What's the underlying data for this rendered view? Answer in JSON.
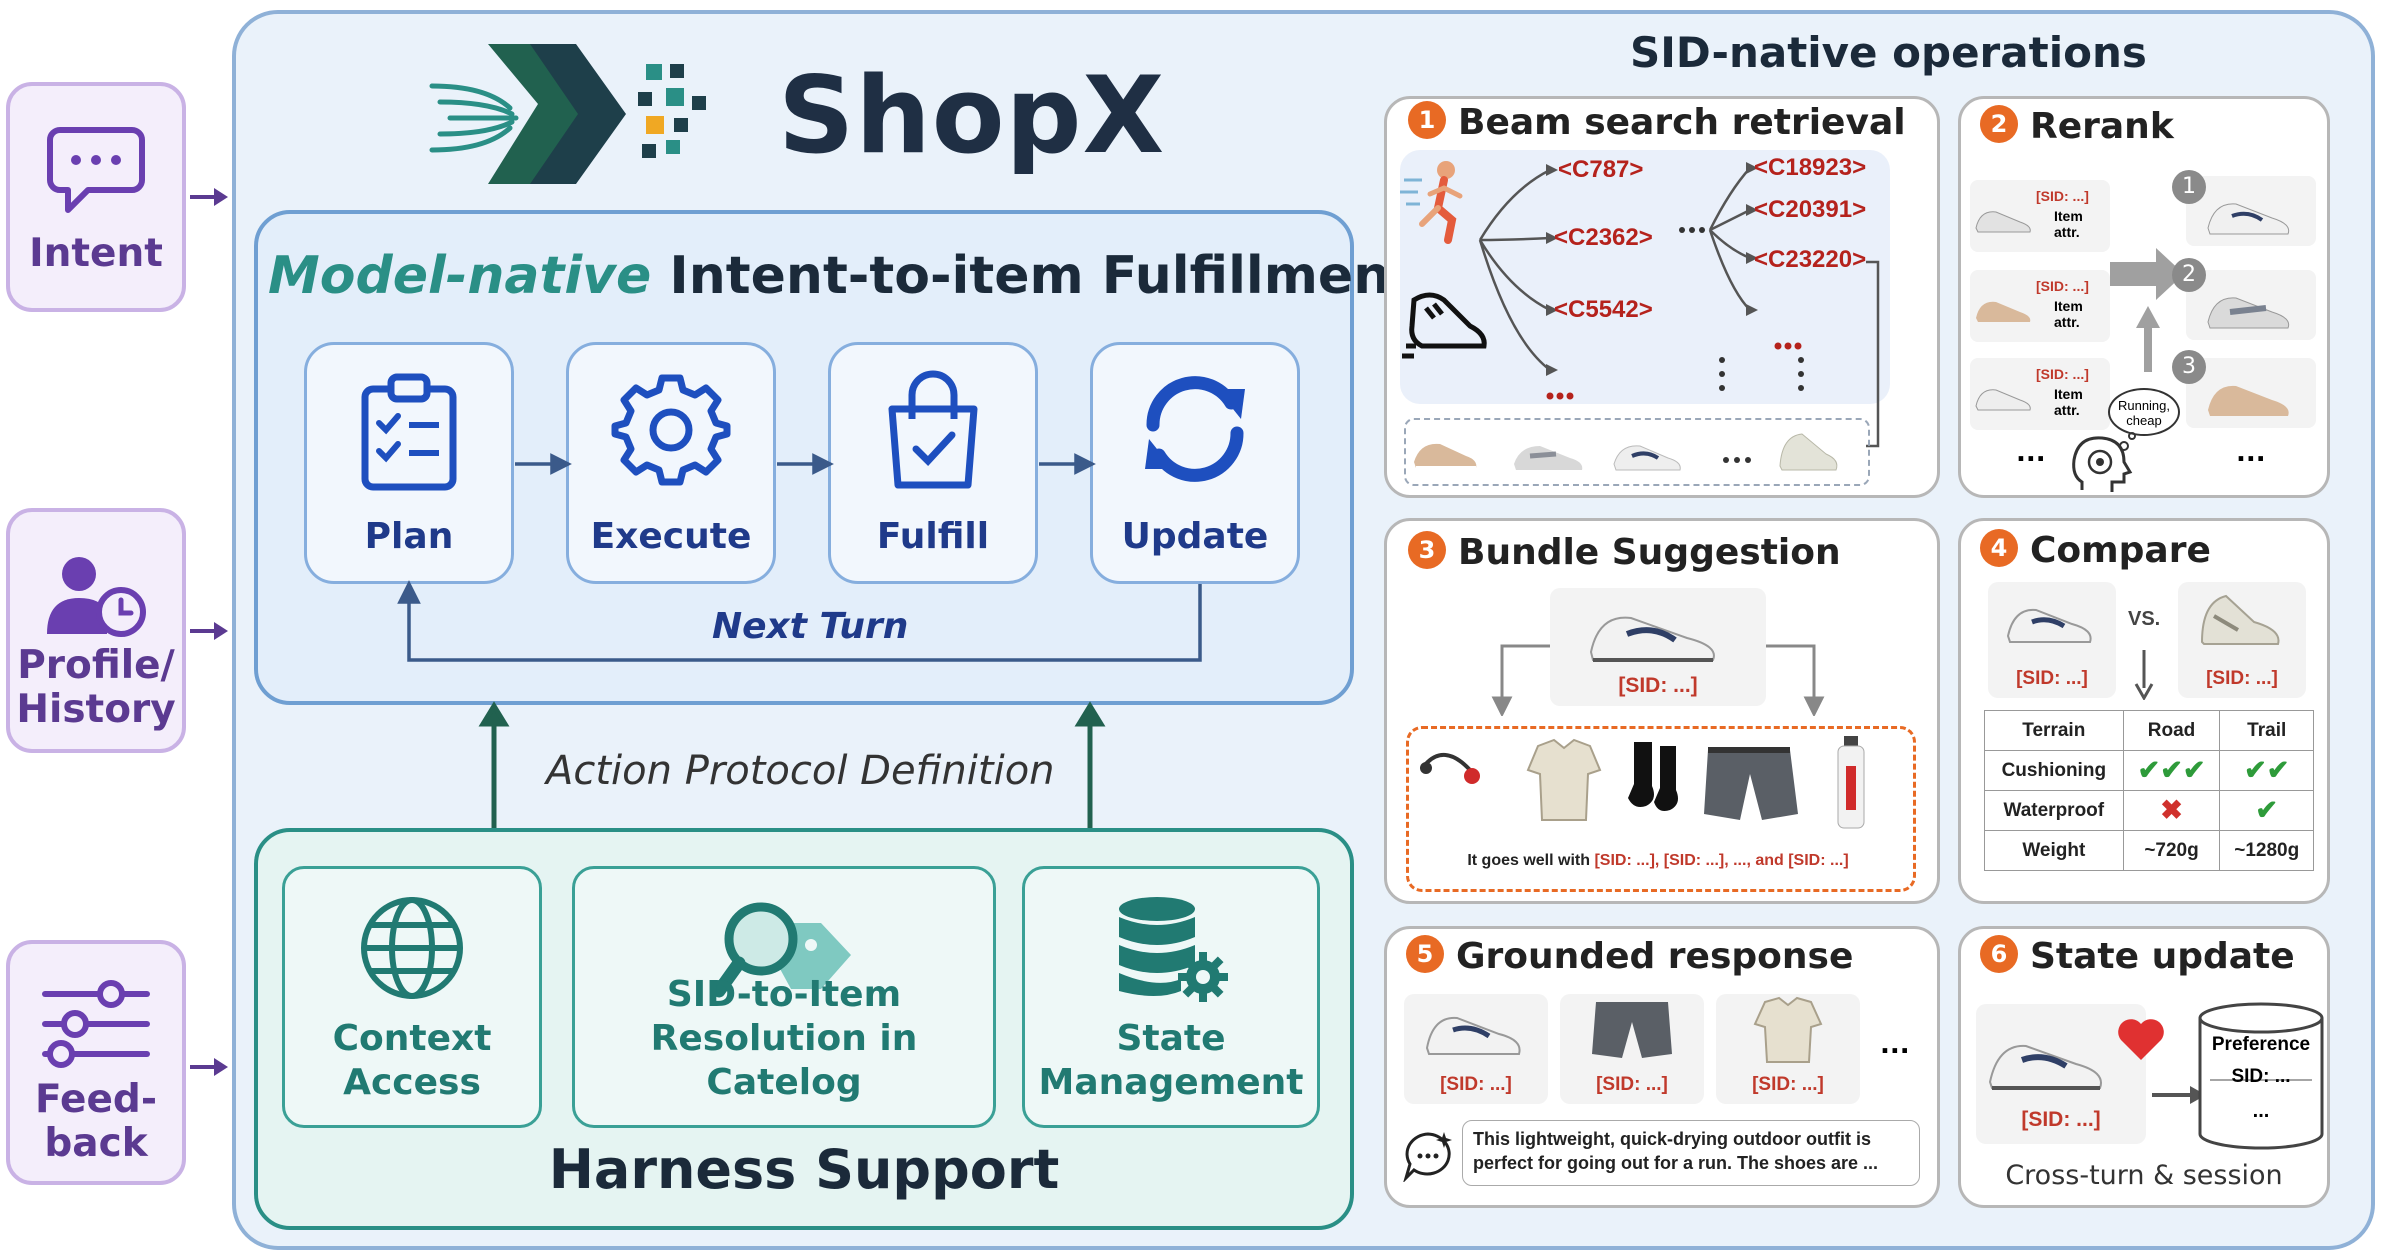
{
  "left_inputs": {
    "intent": "Intent",
    "profile_line1": "Profile/",
    "profile_line2": "History",
    "feedback_line1": "Feed-",
    "feedback_line2": "back"
  },
  "logo": {
    "brand": "ShopX"
  },
  "core": {
    "title_italic": "Model-native",
    "title_rest": " Intent-to-item Fulfillment",
    "steps": [
      {
        "label": "Plan",
        "icon": "clipboard-checklist-icon"
      },
      {
        "label": "Execute",
        "icon": "gear-icon"
      },
      {
        "label": "Fulfill",
        "icon": "shopping-bag-check-icon"
      },
      {
        "label": "Update",
        "icon": "refresh-cycle-icon"
      }
    ],
    "loop_label": "Next Turn"
  },
  "protocol_label": "Action Protocol Definition",
  "harness": {
    "title": "Harness Support",
    "cards": [
      {
        "line1": "Context",
        "line2": "Access",
        "icon": "globe-icon"
      },
      {
        "line1": "SID-to-Item",
        "line2": "Resolution in Catelog",
        "icon": "magnifier-tag-icon"
      },
      {
        "line1": "State",
        "line2": "Management",
        "icon": "database-gear-icon"
      }
    ]
  },
  "ops": {
    "heading": "SID-native operations",
    "beam": {
      "num": "1",
      "title": "Beam search retrieval",
      "codes": [
        "<C787>",
        "<C2362>",
        "<C5542>",
        "<C18923>",
        "<C20391>",
        "<C23220>"
      ],
      "ellipsis": "..."
    },
    "rerank": {
      "num": "2",
      "title": "Rerank",
      "sid": "[SID: ...]",
      "attr_line1": "Item",
      "attr_line2": "attr.",
      "ranks": [
        "1",
        "2",
        "3"
      ],
      "bubble_line1": "Running,",
      "bubble_line2": "cheap",
      "ellipsis": "..."
    },
    "bundle": {
      "num": "3",
      "title": "Bundle Suggestion",
      "sid": "[SID: ...]",
      "caption_prefix": "It goes well with ",
      "caption_sids": "[SID: ...], [SID: ...], ..., and [SID: ...]"
    },
    "compare": {
      "num": "4",
      "title": "Compare",
      "vs": "VS.",
      "sid": "[SID: ...]",
      "headers": [
        "Terrain",
        "Road",
        "Trail"
      ],
      "rows": [
        {
          "label": "Cushioning",
          "road": "✔✔✔",
          "trail": "✔✔"
        },
        {
          "label": "Waterproof",
          "road": "✖",
          "trail": "✔"
        },
        {
          "label": "Weight",
          "road": "~720g",
          "trail": "~1280g"
        }
      ],
      "check_color": "#2e9b3a",
      "cross_color": "#d0312d"
    },
    "grounded": {
      "num": "5",
      "title": "Grounded response",
      "sid": "[SID: ...]",
      "ellipsis": "...",
      "response_line1": "This lightweight, quick-drying outdoor outfit is",
      "response_line2": "perfect for going out for a run. The shoes are ..."
    },
    "state": {
      "num": "6",
      "title": "State update",
      "sid": "[SID: ...]",
      "db_title": "Preference",
      "db_sid": "SID: ...",
      "db_more": "...",
      "caption": "Cross-turn & session"
    }
  },
  "colors": {
    "purple": "#5b3a91",
    "navy": "#1f3a8a",
    "teal": "#217a72",
    "orange": "#e86a24",
    "sid_red": "#c0392b"
  }
}
